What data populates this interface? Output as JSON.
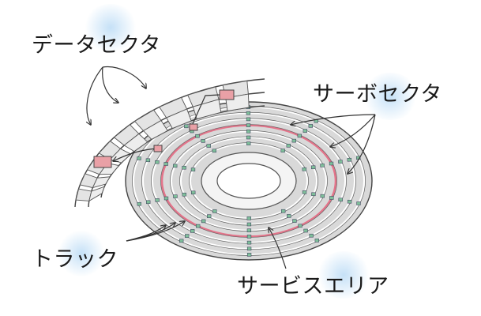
{
  "labels": {
    "data_sector": "データセクタ",
    "servo_sector": "サーボセクタ",
    "track": "トラック",
    "service_area": "サービスエリア"
  },
  "colors": {
    "servo_marker": "#e9a0a6",
    "service_track": "#e3748a",
    "platter_fill": "#d9d9d9",
    "hub_fill": "#f4f4f4",
    "servo_dot": "#7fbf9a",
    "outline": "#3a3a3a",
    "glow": "#a8d2f2"
  }
}
